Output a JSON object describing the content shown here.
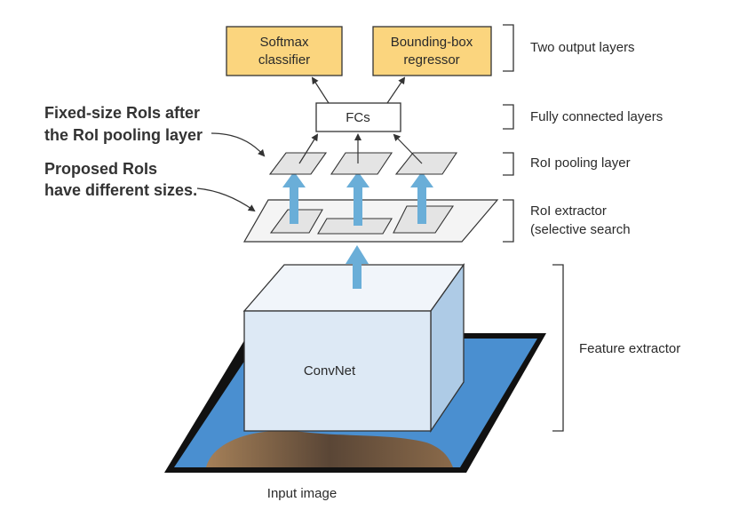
{
  "diagram": {
    "output_boxes": {
      "softmax": [
        "Softmax",
        "classifier"
      ],
      "bbox": [
        "Bounding-box",
        "regressor"
      ]
    },
    "fcs_label": "FCs",
    "convnet_label": "ConvNet",
    "input_label": "Input image",
    "annotations": {
      "fixed_size": [
        "Fixed-size RoIs after",
        "the RoI pooling layer"
      ],
      "proposed": [
        "Proposed RoIs",
        "have different sizes."
      ]
    },
    "layer_labels": {
      "two_output": "Two output layers",
      "fully_connected": "Fully connected layers",
      "roi_pooling": "RoI pooling layer",
      "roi_extractor": [
        "RoI extractor",
        "(selective search"
      ],
      "feature_extractor": "Feature extractor"
    },
    "colors": {
      "output_box_fill": "#fbd57e",
      "convnet_front": "#dde9f5",
      "convnet_top": "#f1f5fa",
      "convnet_side": "#aecbe6",
      "input_plane": "#4a8fd0",
      "flow_arrow": "#6aaed8",
      "roi_fill": "#e4e4e4",
      "line": "#333333"
    }
  }
}
